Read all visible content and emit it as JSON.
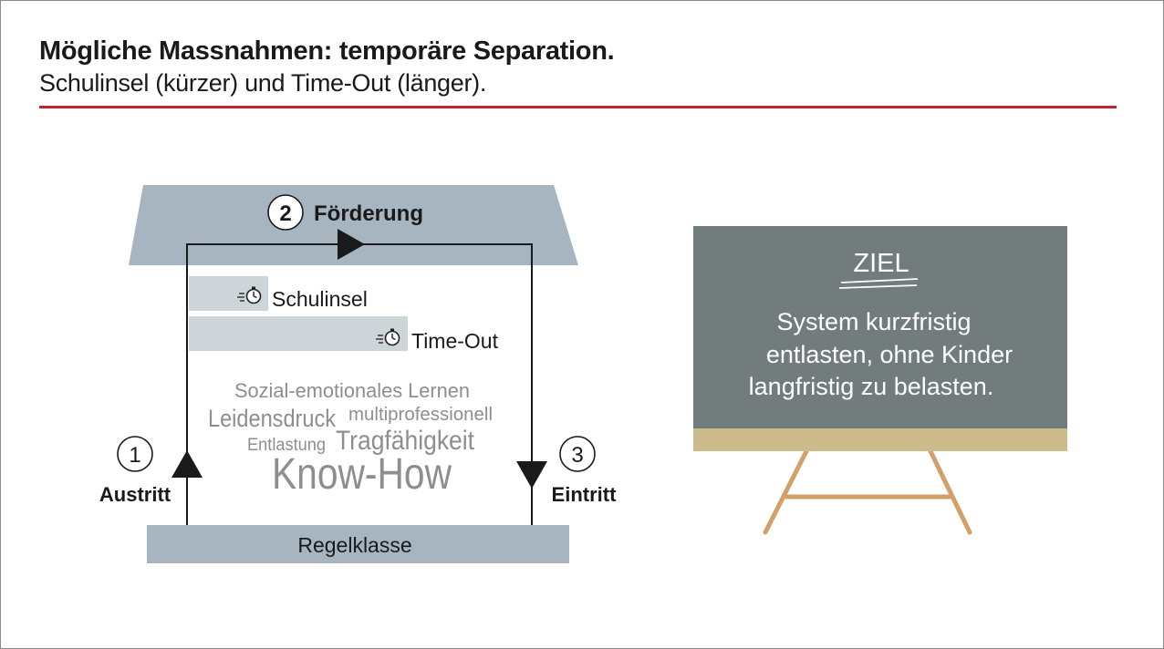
{
  "header": {
    "title": "Mögliche Massnahmen: temporäre Separation.",
    "subtitle": "Schulinsel (kürzer) und Time-Out (länger)."
  },
  "diagram": {
    "step2": {
      "number": "2",
      "label": "Förderung"
    },
    "step1": {
      "number": "1",
      "label": "Austritt"
    },
    "step3": {
      "number": "3",
      "label": "Eintritt"
    },
    "bars": [
      {
        "label": "Schulinsel",
        "icon": "stopwatch-icon"
      },
      {
        "label": "Time-Out",
        "icon": "stopwatch-icon"
      }
    ],
    "base_label": "Regelklasse",
    "wordcloud": {
      "w1": "Sozial-emotionales Lernen",
      "w2": "Leidensdruck",
      "w3": "multiprofessionell",
      "w4": "Entlastung",
      "w5": "Tragfähigkeit",
      "w6": "Know-How"
    }
  },
  "board": {
    "heading": "ZIEL",
    "line1": "System kurzfristig",
    "line2": "entlasten, ohne Kinder",
    "line3": "langfristig zu belasten."
  },
  "colors": {
    "accent_red": "#c8202f",
    "panel_blue_gray": "#a7b5c1",
    "bar_gray": "#cdd5d9",
    "board": "#737c7d",
    "board_ledge": "#cdbb8b",
    "easel_wood": "#d2a06a",
    "word_gray": "#8e8e8e"
  }
}
